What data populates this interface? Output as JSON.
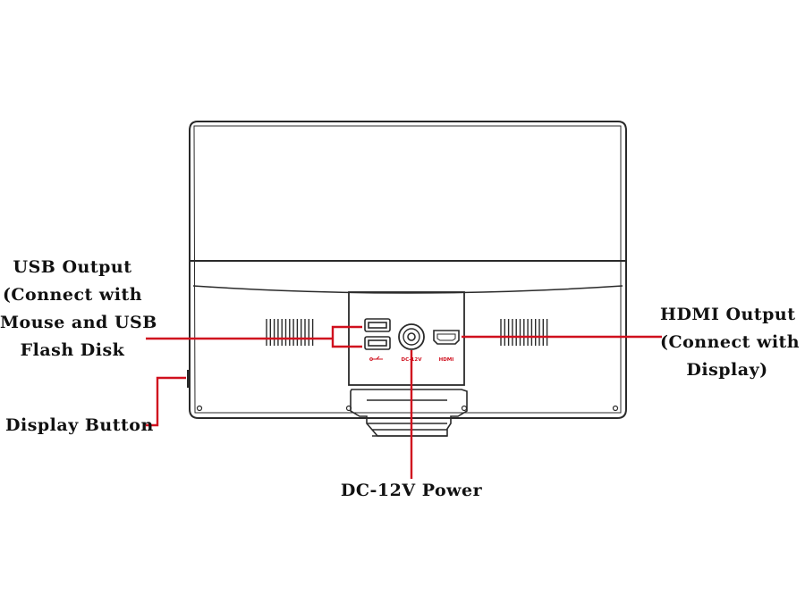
{
  "labels": {
    "usb": [
      "USB Output",
      "(Connect with",
      "Mouse and USB",
      "Flash Disk"
    ],
    "hdmi": [
      "HDMI Output",
      "(Connect with",
      "Display)"
    ],
    "display_button": "Display Button",
    "power": "DC-12V Power"
  },
  "port_marks": {
    "dc": "DC-12V",
    "hdmi": "HDMI"
  },
  "colors": {
    "callout": "#d0101e",
    "outline": "#2a2a2a"
  }
}
